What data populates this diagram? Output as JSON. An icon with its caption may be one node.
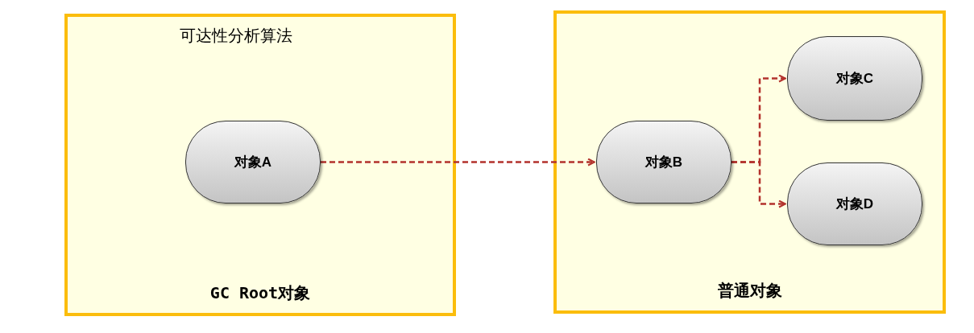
{
  "diagram": {
    "nodes": [
      {
        "text": [
          "可达性分析算法",
          "GC Root对象"
        ]
      },
      {
        "text": [
          "普通对象"
        ]
      },
      {
        "text": [
          "对象A"
        ],
        "in": 0
      },
      {
        "text": [
          "对象B"
        ],
        "in": 1
      },
      {
        "text": [
          "对象C"
        ],
        "in": 1
      },
      {
        "text": [
          "对象D"
        ],
        "in": 1
      }
    ],
    "edges": [
      {
        "from": 2,
        "to": 3,
        "arrow": "to",
        "style": "dashed"
      },
      {
        "from": 3,
        "to": 4,
        "arrow": "to",
        "style": "dashed"
      },
      {
        "from": 3,
        "to": 5,
        "arrow": "to",
        "style": "dashed"
      }
    ]
  }
}
